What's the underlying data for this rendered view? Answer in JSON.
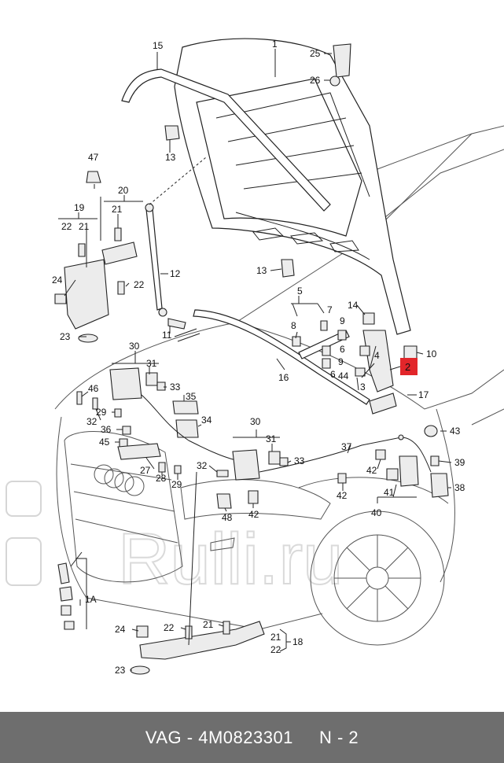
{
  "callouts": {
    "c1": "1",
    "c2": "2",
    "c3": "3",
    "c4": "4",
    "c5": "5",
    "c6a": "6",
    "c6b": "6",
    "c7": "7",
    "c8": "8",
    "c9a": "9",
    "c9b": "9",
    "c10": "10",
    "c11": "11",
    "c12": "12",
    "c13a": "13",
    "c13b": "13",
    "c14": "14",
    "c15": "15",
    "c16": "16",
    "c17": "17",
    "c18": "18",
    "c19": "19",
    "c20": "20",
    "c21a": "21",
    "c21b": "21",
    "c21c": "21",
    "c21d": "21",
    "c22a": "22",
    "c22b": "22",
    "c22c": "22",
    "c22d": "22",
    "c23a": "23",
    "c23b": "23",
    "c24a": "24",
    "c24b": "24",
    "c25": "25",
    "c26": "26",
    "c27": "27",
    "c28": "28",
    "c29a": "29",
    "c29b": "29",
    "c30a": "30",
    "c30b": "30",
    "c31a": "31",
    "c31b": "31",
    "c32a": "32",
    "c32b": "32",
    "c33a": "33",
    "c33b": "33",
    "c34": "34",
    "c35": "35",
    "c36": "36",
    "c37": "37",
    "c38": "38",
    "c39": "39",
    "c40": "40",
    "c41": "41",
    "c42a": "42",
    "c42b": "42",
    "c42c": "42",
    "c43": "43",
    "c44": "44",
    "c45": "45",
    "c46": "46",
    "c47": "47",
    "c48": "48",
    "c1a": "1A"
  },
  "highlight": {
    "label": "2",
    "color": "#e2262a"
  },
  "watermark": {
    "text": "Rulli.ru",
    "color": "#dadada"
  },
  "footer": {
    "text": "VAG - 4M0823301     N - 2",
    "background": "#6e6e6e",
    "color": "#ffffff"
  }
}
